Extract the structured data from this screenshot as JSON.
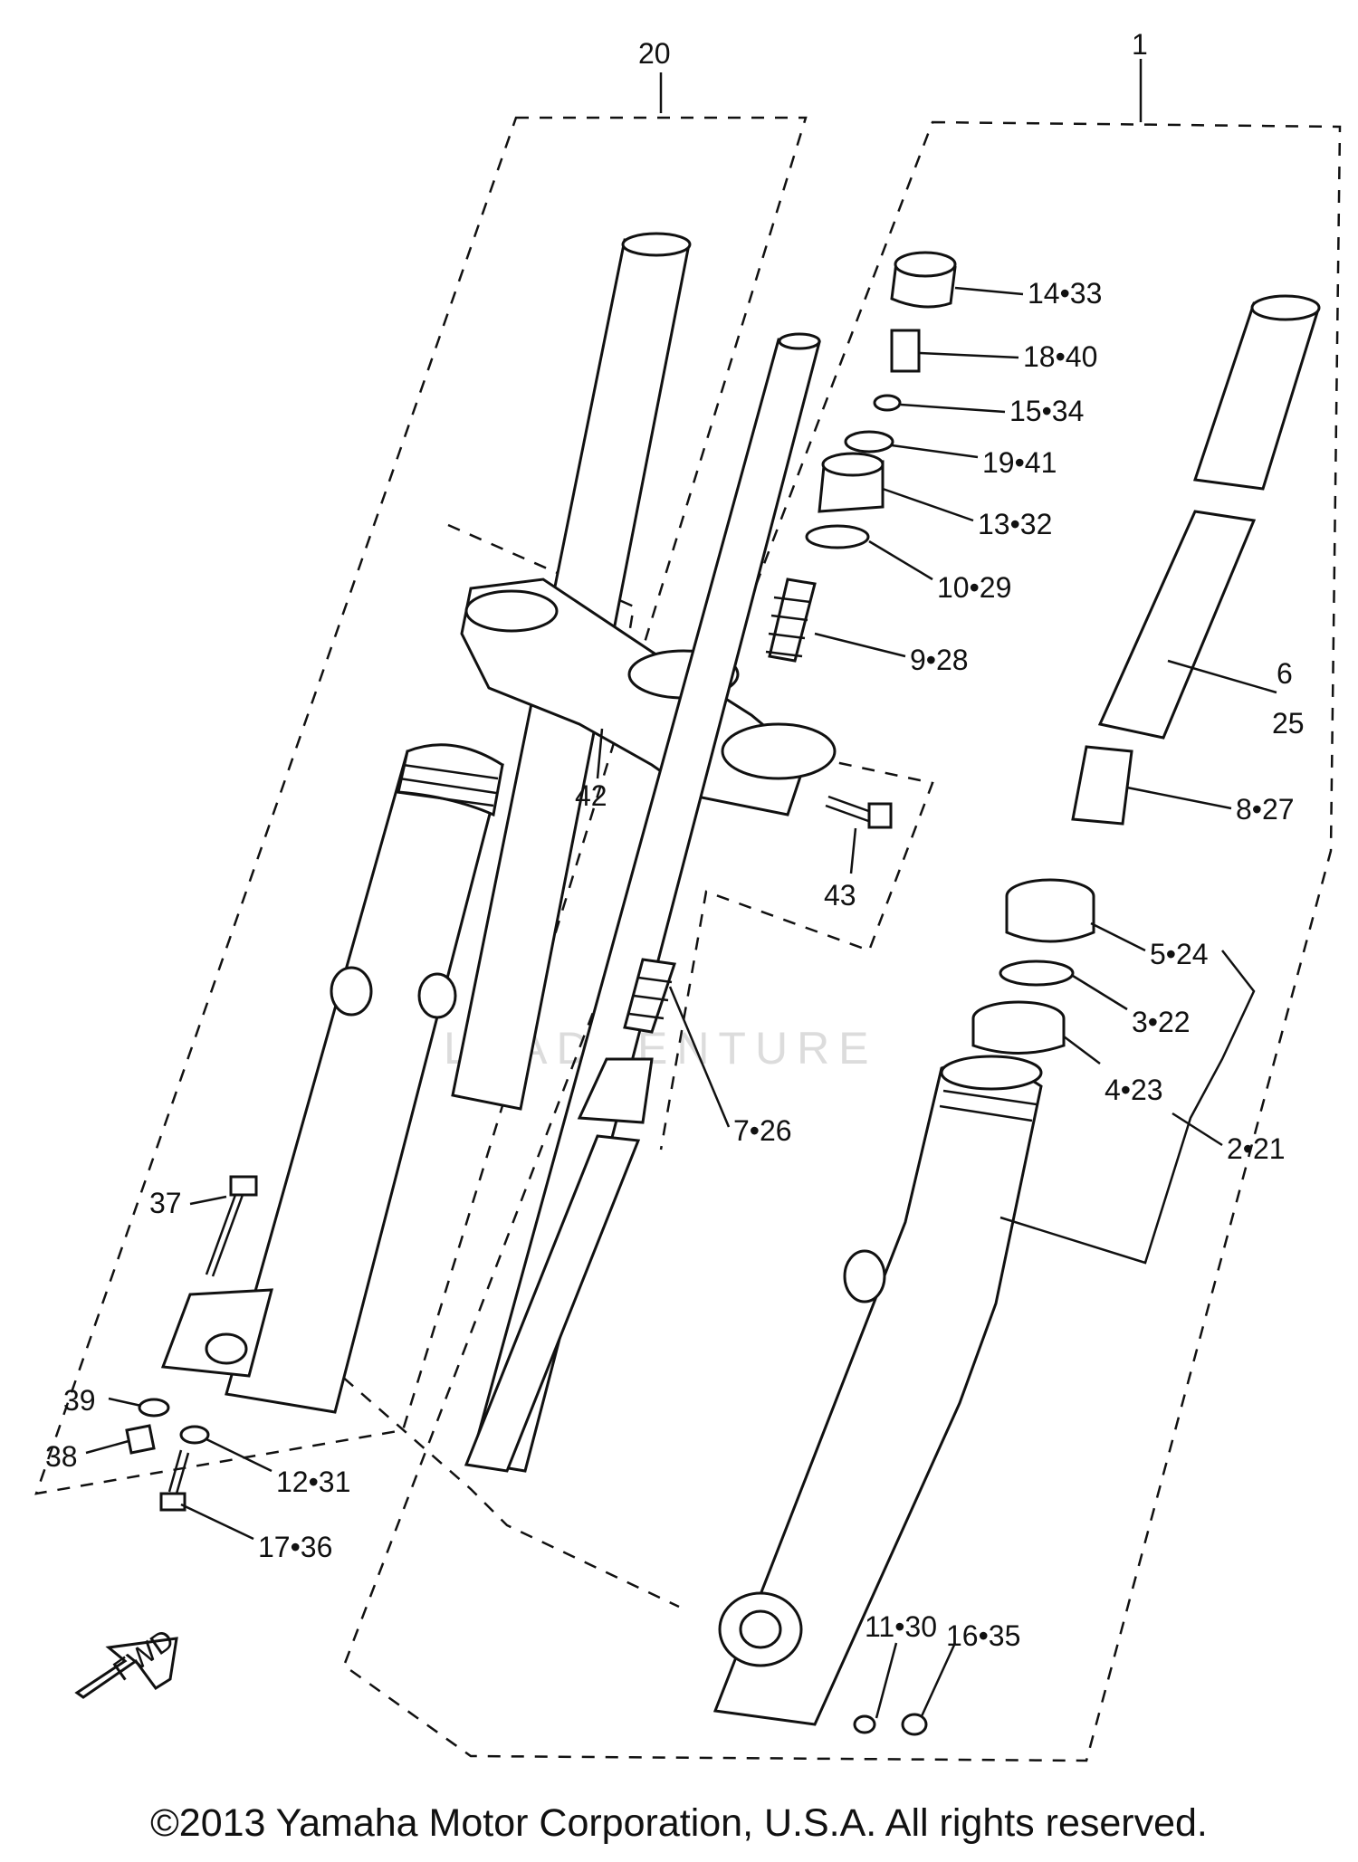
{
  "watermark": "LEADVENTURE",
  "copyright": "©2013 Yamaha Motor Corporation, U.S.A. All rights reserved.",
  "fwd_label": "FWD",
  "callouts": {
    "c20": "20",
    "c1": "1",
    "c14_33": "14•33",
    "c18_40": "18•40",
    "c15_34": "15•34",
    "c19_41": "19•41",
    "c13_32": "13•32",
    "c10_29": "10•29",
    "c9_28": "9•28",
    "c6": "6",
    "c25": "25",
    "c8_27": "8•27",
    "c42": "42",
    "c43": "43",
    "c5_24": "5•24",
    "c3_22": "3•22",
    "c4_23": "4•23",
    "c2_21": "2•21",
    "c7_26": "7•26",
    "c37": "37",
    "c39": "39",
    "c38": "38",
    "c12_31": "12•31",
    "c17_36": "17•36",
    "c11_30": "11•30",
    "c16_35": "16•35"
  }
}
